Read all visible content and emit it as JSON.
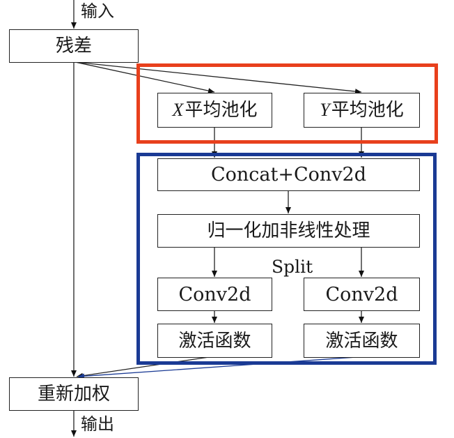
{
  "diagram": {
    "input_label": "输入",
    "output_label": "输出",
    "residual": "残差",
    "reweight": "重新加权",
    "x_pool": {
      "var": "X",
      "text": "平均池化"
    },
    "y_pool": {
      "var": "Y",
      "text": "平均池化"
    },
    "concat": "Concat+Conv2d",
    "norm": "归一化加非线性处理",
    "split": "Split",
    "conv_left": "Conv2d",
    "conv_right": "Conv2d",
    "act_left": "激活函数",
    "act_right": "激活函数"
  },
  "colors": {
    "pooling_group": "#e8401c",
    "attention_group": "#1a3a94",
    "line": "#222222"
  }
}
